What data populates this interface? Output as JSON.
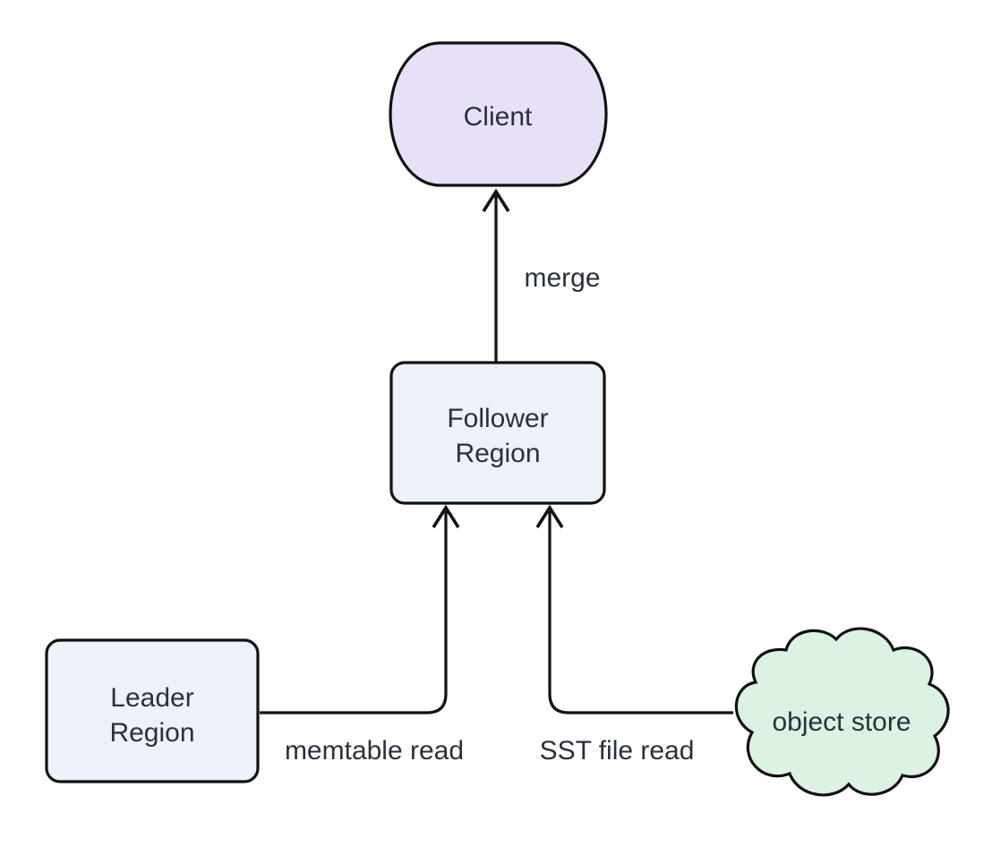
{
  "diagram": {
    "type": "flowchart",
    "background": "#ffffff",
    "text_color": "#2A313C",
    "line_color": "#111111",
    "nodes": {
      "client": {
        "label": "Client",
        "shape": "stadium",
        "fill": "#E7E0F6"
      },
      "follower_region": {
        "label": "Follower Region",
        "line1": "Follower",
        "line2": "Region",
        "shape": "rounded-rectangle",
        "fill": "#EDF1FA"
      },
      "leader_region": {
        "label": "Leader Region",
        "line1": "Leader",
        "line2": "Region",
        "shape": "rounded-rectangle",
        "fill": "#EDF1FA"
      },
      "object_store": {
        "label": "object store",
        "shape": "cloud",
        "fill": "#DCF2E3"
      }
    },
    "edges": [
      {
        "from": "follower_region",
        "to": "client",
        "label": "merge",
        "direction": "up"
      },
      {
        "from": "leader_region",
        "to": "follower_region",
        "label": "memtable read",
        "direction": "right-then-up"
      },
      {
        "from": "object_store",
        "to": "follower_region",
        "label": "SST file read",
        "direction": "left-then-up"
      }
    ]
  }
}
